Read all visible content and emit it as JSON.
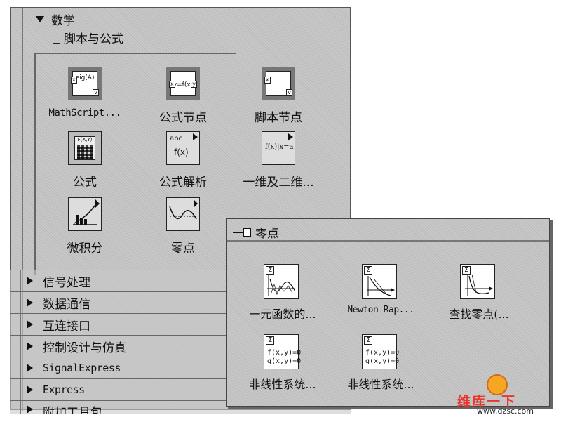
{
  "palette": {
    "header": "数学",
    "subheader": "脚本与公式",
    "items": [
      {
        "label": "MathScript..."
      },
      {
        "label": "公式节点",
        "icon_text": "y=f(x)"
      },
      {
        "label": "脚本节点"
      },
      {
        "label": "公式",
        "icon_text": "F(X,Y)"
      },
      {
        "label": "公式解析",
        "icon_text_1": "abc",
        "icon_text_2": "f(x)"
      },
      {
        "label": "一维及二维...",
        "icon_text": "f(x)|x=a"
      },
      {
        "label": "微积分"
      },
      {
        "label": "零点"
      }
    ],
    "categories": [
      "信号处理",
      "数据通信",
      "互连接口",
      "控制设计与仿真",
      "SignalExpress",
      "Express",
      "附加工具包"
    ]
  },
  "popup": {
    "title": "零点",
    "items": [
      {
        "label": "一元函数的..."
      },
      {
        "label": "Newton Rap..."
      },
      {
        "label": "查找零点(..."
      },
      {
        "label": "非线性系统...",
        "eq1": "f(x,y)=0",
        "eq2": "g(x,y)=0"
      },
      {
        "label": "非线性系统...",
        "eq1": "f(x,y)=0",
        "eq2": "g(x,y)=0"
      }
    ]
  },
  "watermark": {
    "text": "维库一下",
    "url": "www.dzsc.com"
  }
}
